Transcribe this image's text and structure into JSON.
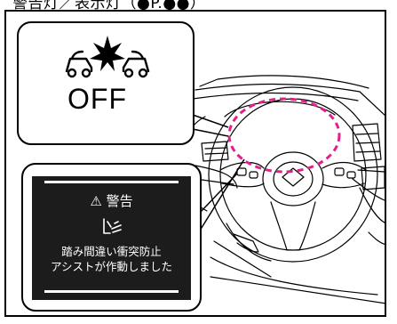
{
  "caption": "警告灯／表示灯（●P.●●）",
  "indicator": {
    "label": "OFF",
    "icon": "collision-warning-off-icon"
  },
  "warning": {
    "title_symbol": "⚠",
    "title": "警告",
    "icon": "pedal-misapplication-icon",
    "message_line1": "踏み間違い衝突防止",
    "message_line2": "アシストが作動しました"
  },
  "colors": {
    "highlight_dash": "#e0218a",
    "screen_bg": "#1c1c1c"
  }
}
